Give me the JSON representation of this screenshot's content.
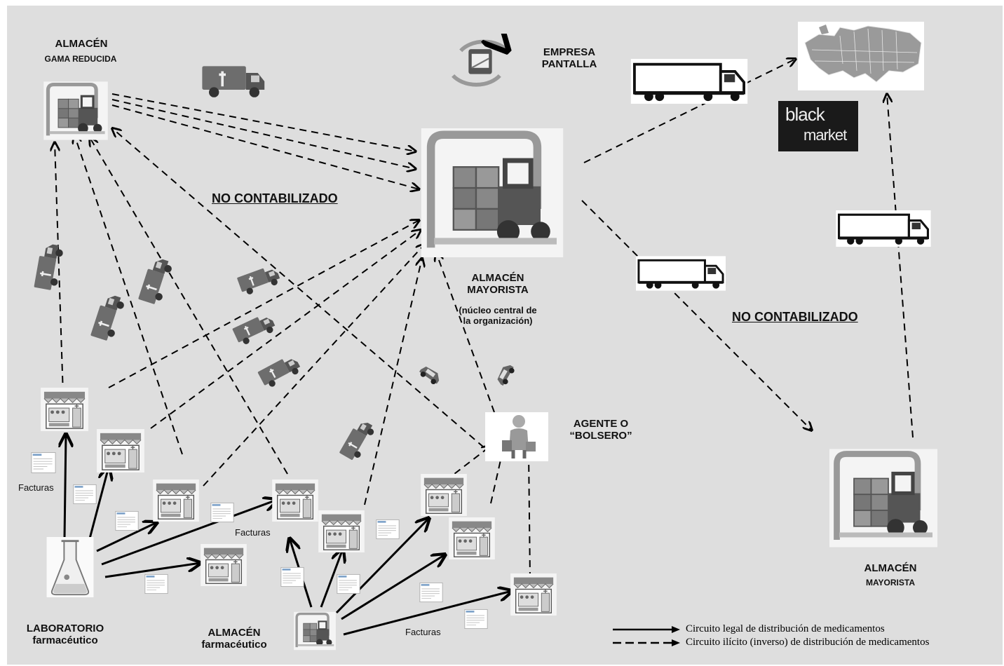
{
  "labels": {
    "almacen_gama_1": "ALMACÉN",
    "almacen_gama_2": "GAMA REDUCIDA",
    "empresa_1": "EMPRESA",
    "empresa_2": "PANTALLA",
    "mayorista_central_1": "ALMACÉN",
    "mayorista_central_2": "MAYORISTA",
    "mayorista_central_3": "(núcleo central de",
    "mayorista_central_4": "la organización)",
    "agente_1": "AGENTE O",
    "agente_2": "“BOLSERO”",
    "mayorista_right_1": "ALMACÉN",
    "mayorista_right_2": "MAYORISTA",
    "laboratorio_1": "LABORATORIO",
    "laboratorio_2": "farmacéutico",
    "almacen_farma_1": "ALMACÉN",
    "almacen_farma_2": "farmacéutico",
    "no_contabilizado_1": "NO CONTABILIZADO",
    "no_contabilizado_2": "NO CONTABILIZADO",
    "facturas_1": "Facturas",
    "facturas_2": "Facturas",
    "facturas_3": "Facturas"
  },
  "black_market": {
    "line1": "black",
    "line2": "market"
  },
  "legend": {
    "legal": "Circuito legal de distribución de medicamentos",
    "illicit": "Circuito ilícito (inverso) de distribución de medicamentos"
  },
  "icons": [
    "forklift-warehouse-icon",
    "pharmacy-store-icon",
    "lab-flask-icon",
    "truck-icon",
    "van-icon",
    "car-icon",
    "person-agent-icon",
    "europe-map-icon",
    "invoice-icon",
    "shell-company-icon"
  ],
  "colors": {
    "background": "#dedede",
    "arrow": "#000000",
    "icon_fill": "#777777"
  }
}
